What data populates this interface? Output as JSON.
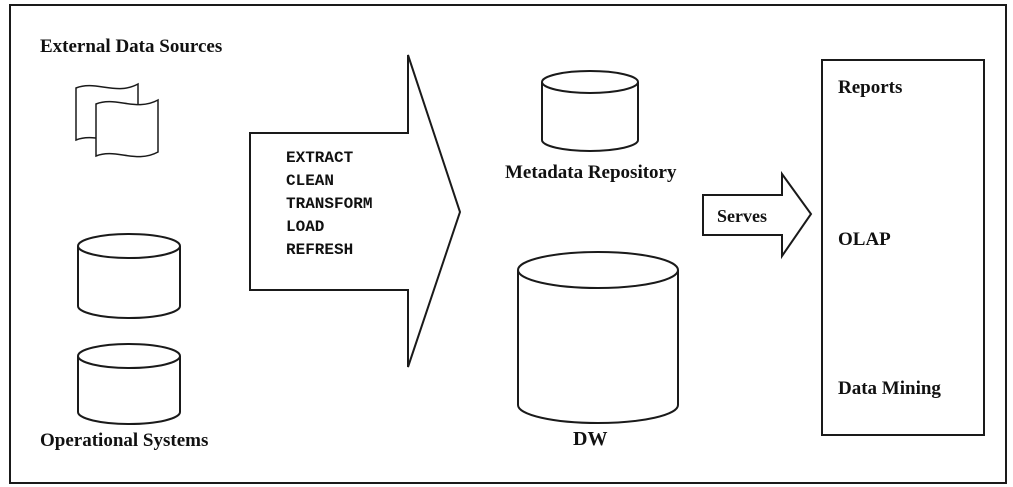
{
  "sources": {
    "external_label": "External Data Sources",
    "operational_label": "Operational Systems"
  },
  "etl": {
    "steps": [
      "EXTRACT",
      "CLEAN",
      "TRANSFORM",
      "LOAD",
      "REFRESH"
    ]
  },
  "storage": {
    "metadata_label": "Metadata Repository",
    "warehouse_label": "DW"
  },
  "serves_label": "Serves",
  "outputs": {
    "reports_label": "Reports",
    "olap_label": "OLAP",
    "mining_label": "Data Mining"
  }
}
